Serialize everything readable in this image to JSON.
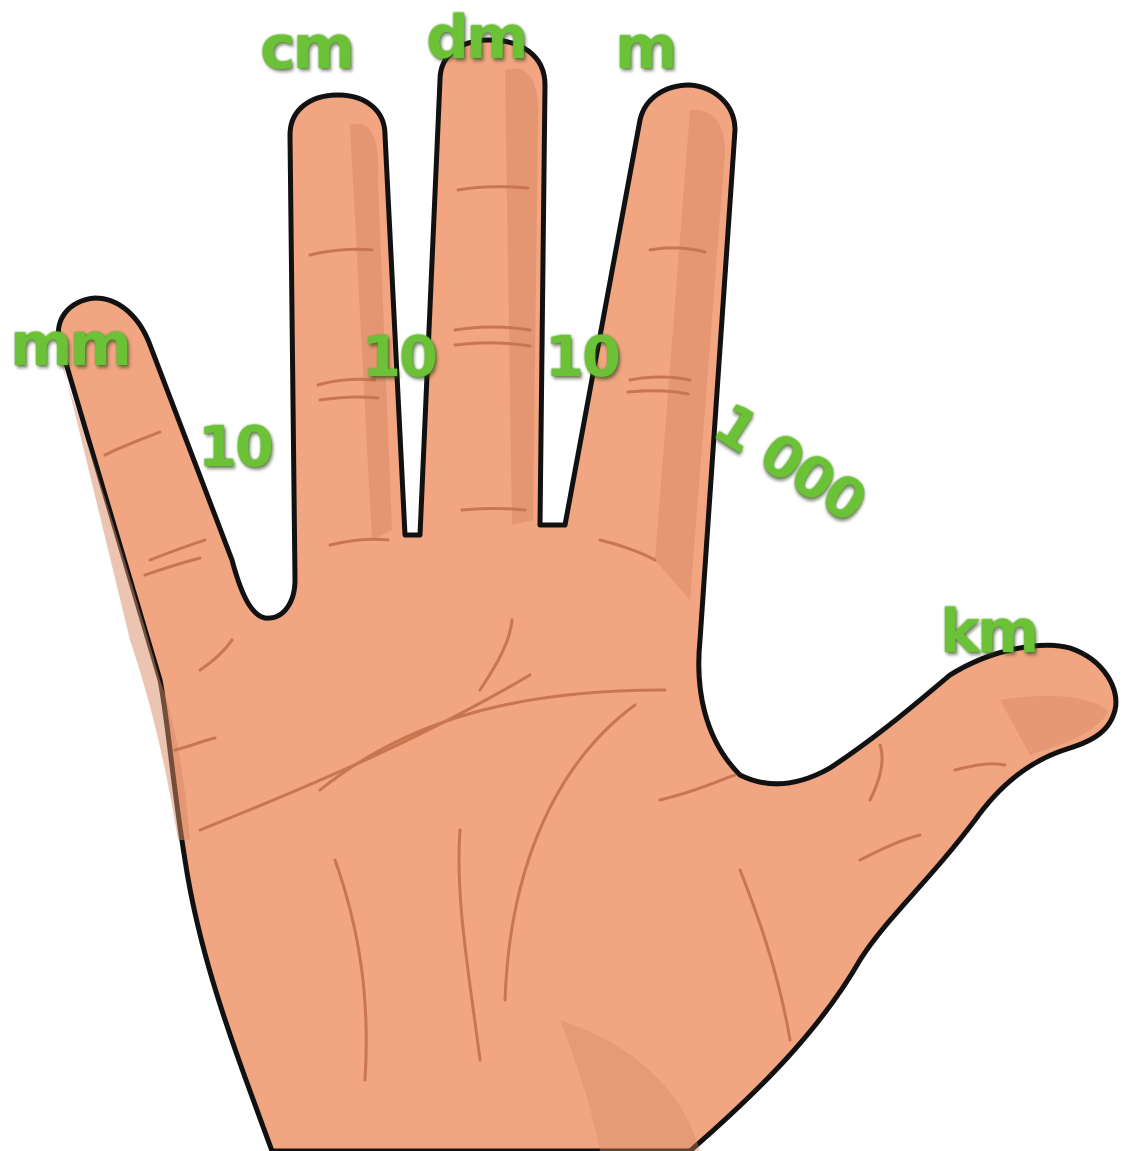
{
  "colors": {
    "skin": "#f1a581",
    "skin_shadow": "#d98a66",
    "crease": "#c8764f",
    "outline": "#111111",
    "label_green": "#6cc236"
  },
  "units": {
    "mm": "mm",
    "cm": "cm",
    "dm": "dm",
    "m": "m",
    "km": "km"
  },
  "factors": {
    "mm_cm": "10",
    "cm_dm": "10",
    "dm_m": "10",
    "m_km": "1 000"
  }
}
